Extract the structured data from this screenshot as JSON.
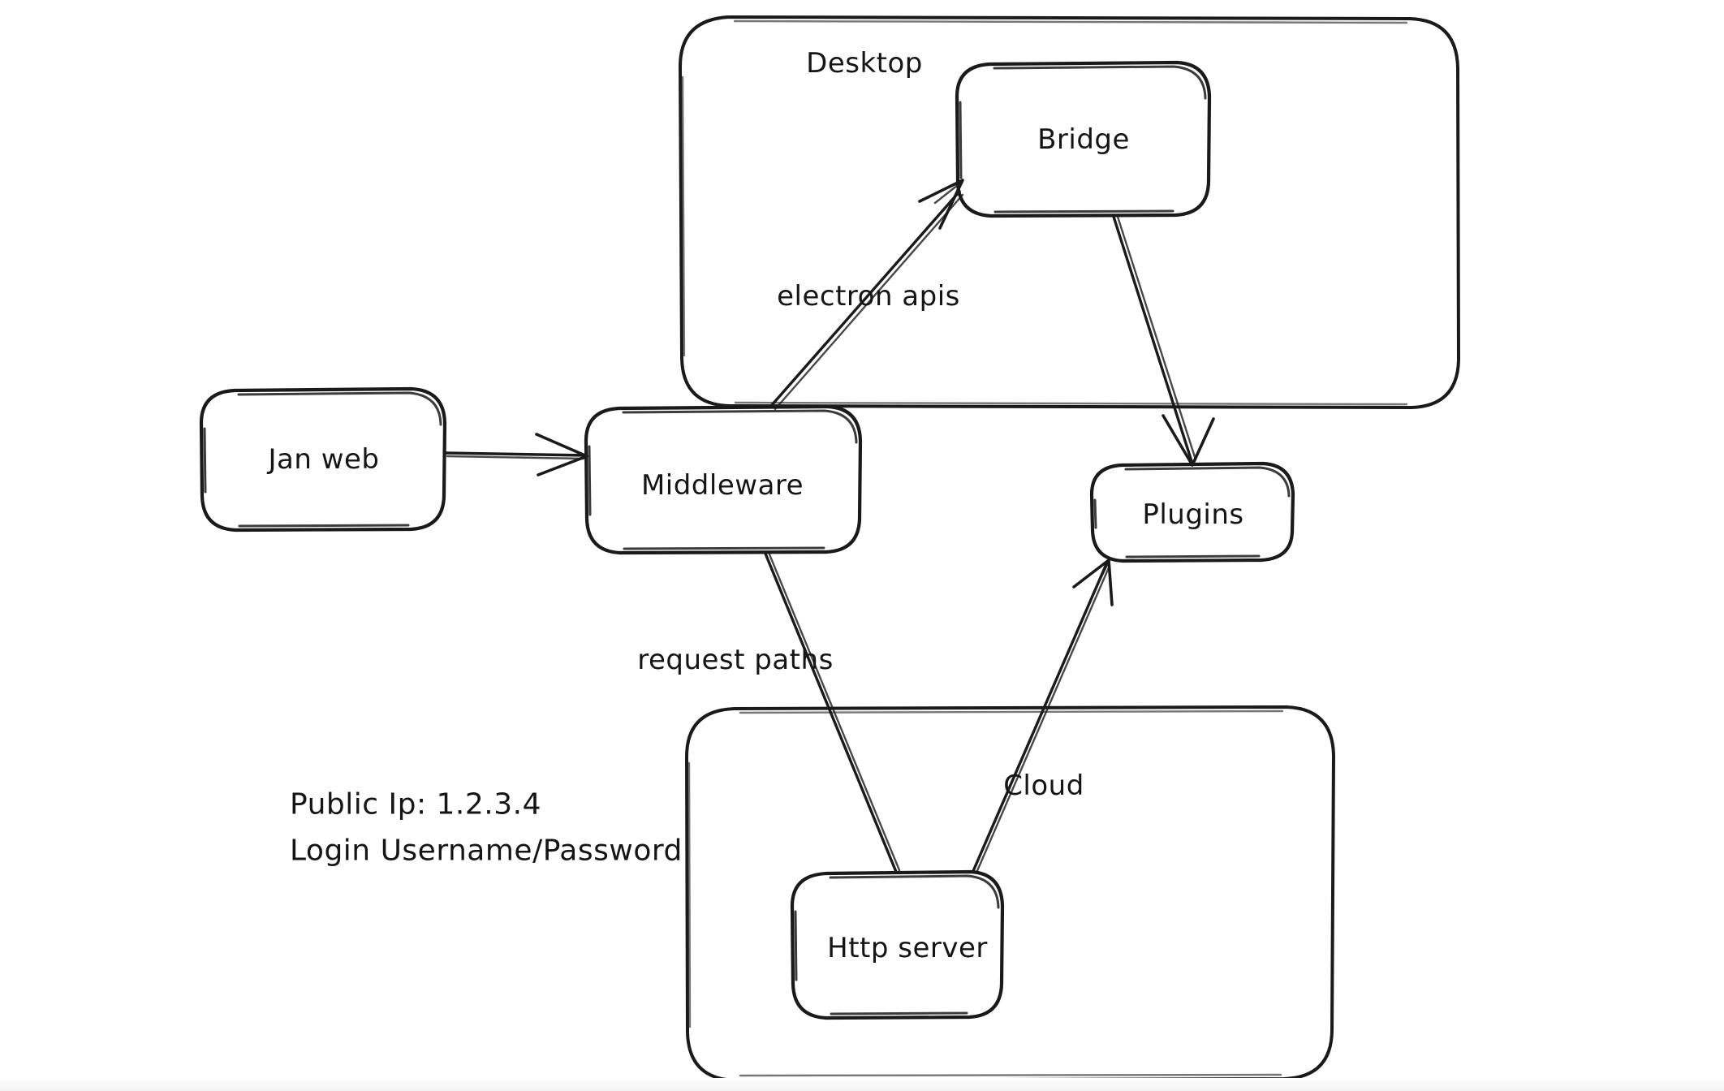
{
  "diagram": {
    "background_color": "#ffffff",
    "stroke_color": "#1a1a1a",
    "text_color": "#151515",
    "containers": [
      {
        "id": "desktop",
        "label": "Desktop"
      },
      {
        "id": "cloud",
        "label": "Cloud"
      }
    ],
    "nodes": [
      {
        "id": "jan-web",
        "label": "Jan web"
      },
      {
        "id": "middleware",
        "label": "Middleware"
      },
      {
        "id": "bridge",
        "label": "Bridge"
      },
      {
        "id": "plugins",
        "label": "Plugins"
      },
      {
        "id": "http-server",
        "label": "Http server"
      }
    ],
    "edges": [
      {
        "id": "jan-web-to-middleware",
        "from": "jan-web",
        "to": "middleware",
        "label": ""
      },
      {
        "id": "middleware-to-bridge",
        "from": "middleware",
        "to": "bridge",
        "label": "electron apis"
      },
      {
        "id": "bridge-to-plugins",
        "from": "bridge",
        "to": "plugins",
        "label": ""
      },
      {
        "id": "http-server-to-middleware",
        "from": "http-server",
        "to": "middleware",
        "label": "request paths"
      },
      {
        "id": "http-server-to-plugins",
        "from": "http-server",
        "to": "plugins",
        "label": ""
      }
    ],
    "edge_labels": {
      "electron_apis": "electron apis",
      "request_paths": "request paths",
      "cloud": "Cloud"
    },
    "notes": {
      "public_ip": "Public Ip: 1.2.3.4",
      "login": "Login Username/Password"
    }
  }
}
